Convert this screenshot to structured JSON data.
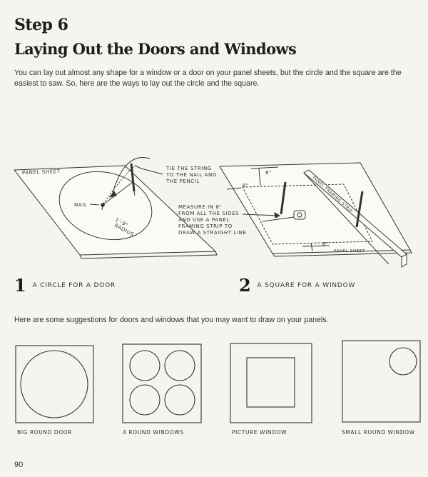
{
  "header": {
    "step": "Step 6",
    "title": "Laying Out the Doors and Windows"
  },
  "intro": "You can lay out almost any shape for a window or a door on your panel sheets, but the circle and the square are the easiest to saw.  So, here are the ways to lay out the circle and the square.",
  "figure1": {
    "panel_label": "PANEL SHEET",
    "nail_label": "NAIL",
    "radius_value": "1'-9\"",
    "radius_label": "RADIUS",
    "tie_note": [
      "TIE THE STRING",
      "TO THE NAIL AND",
      "THE PENCIL"
    ],
    "number": "1",
    "caption": "A CIRCLE FOR A DOOR"
  },
  "figure2": {
    "measure_note": [
      "MEASURE IN 8\"",
      "FROM ALL THE SIDES",
      "AND USE A PANEL",
      "FRAMING STRIP TO",
      "DRAW A STRAIGHT LINE"
    ],
    "dim_top": "8\"",
    "dim_left": "8\"",
    "dim_bottom": "8\"",
    "strip_label": "PANEL FRAMING STRIP",
    "panel_label": "PANEL SHEET",
    "number": "2",
    "caption": "A SQUARE FOR A WINDOW"
  },
  "suggestions_text": "Here are some suggestions for doors and windows that you may want to draw on your panels.",
  "suggestions": [
    {
      "label": "BIG ROUND DOOR"
    },
    {
      "label": "4 ROUND WINDOWS"
    },
    {
      "label": "PICTURE WINDOW"
    },
    {
      "label": "SMALL ROUND WINDOW"
    }
  ],
  "page_number": "90"
}
